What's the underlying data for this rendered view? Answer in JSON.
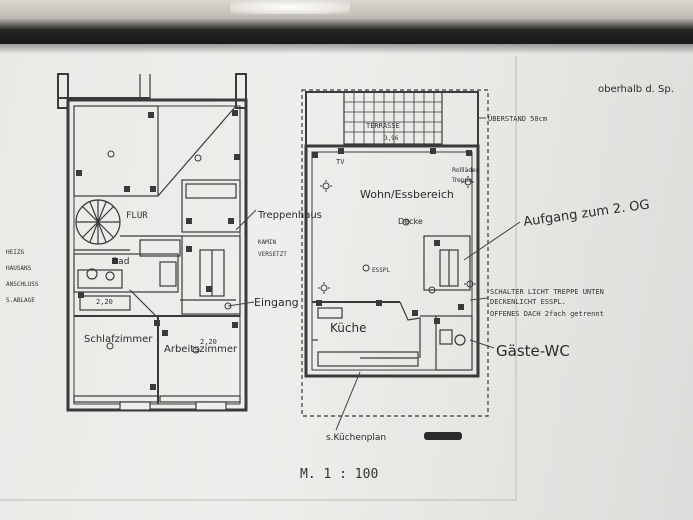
{
  "labels": {
    "top_right": "oberhalb d. Sp.",
    "flur": "FLUR",
    "bad": "Bad",
    "schlafzimmer": "Schlafzimmer",
    "arbeitszimmer": "Arbeitszimmer",
    "treppenhaus": "Treppenhaus",
    "eingang": "Eingang",
    "heizung": "HEIZG",
    "hausanschluss": "HAUSANS",
    "anschluss": "ANSCHLUSS",
    "kamin": "KAMIN",
    "versetzt": "VERSETZT",
    "terrasse": "TERRASSE",
    "terrasse_dim": "3,96",
    "tv_upper": "TV",
    "rollos": "Rollläden",
    "tramppe": "Treppe",
    "wohn_esszimmer": "Wohn/Essbereich",
    "decke": "Decke",
    "essplatz": "ESSPL",
    "kueche": "Küche",
    "aufgang": "Aufgang zum 2. OG",
    "schalter_1": "SCHALTER LICHT TREPPE UNTEN",
    "schalter_2": "DECKENLICHT ESSPL.",
    "schalter_3": "OFFENES DACH 2fach getrennt",
    "gaeste_wc": "Gäste-WC",
    "dachueberstand": "ÜBERSTAND 50cm",
    "kuechenplan": "s.Küchenplan",
    "left_notes": [
      "HEIZG",
      "HAUSANS",
      "ANSCHLUSS",
      "S.ABLAGE"
    ],
    "scale": "M.  1 : 100",
    "dim_a": "2,20",
    "dim_b": "2,20"
  }
}
